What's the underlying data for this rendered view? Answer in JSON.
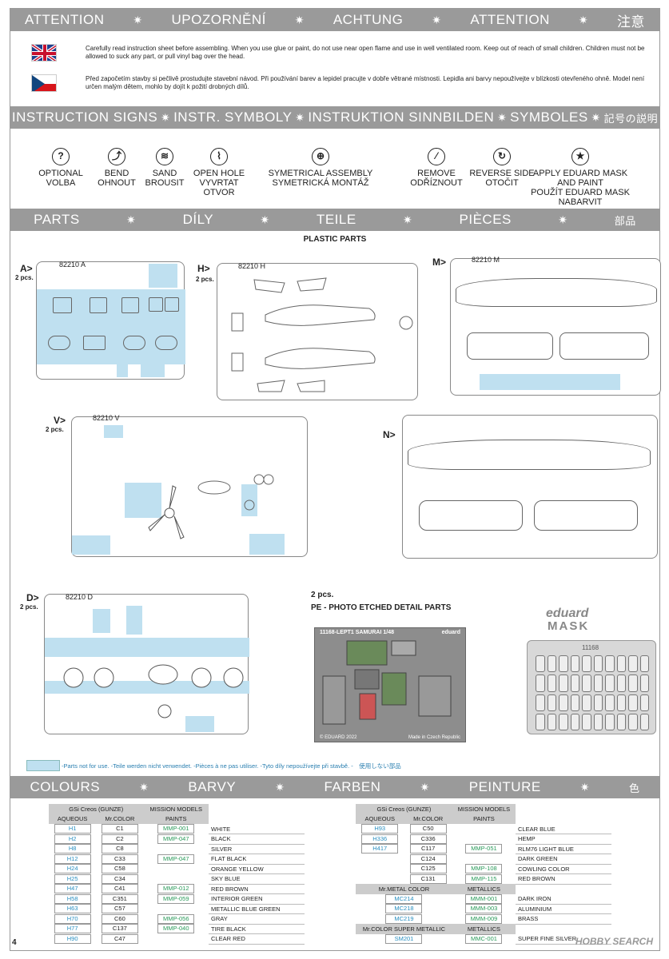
{
  "bands": {
    "attention": [
      "ATTENTION",
      "UPOZORNĚNÍ",
      "ACHTUNG",
      "ATTENTION",
      "注意"
    ],
    "signs": [
      "INSTRUCTION SIGNS",
      "INSTR. SYMBOLY",
      "INSTRUKTION SINNBILDEN",
      "SYMBOLES",
      "記号の説明"
    ],
    "parts": [
      "PARTS",
      "DÍLY",
      "TEILE",
      "PIÈCES",
      "部品"
    ],
    "colours": [
      "COLOURS",
      "BARVY",
      "FARBEN",
      "PEINTURE",
      "色"
    ]
  },
  "warnings": {
    "en": "Carefully read instruction sheet before assembling. When you use glue or paint, do not use near open flame and use in well ventilated room. Keep out of reach of small children. Children must not be allowed to suck any part, or pull vinyl bag over the head.",
    "cz": "Před započetím stavby si pečlivě prostudujte stavební návod. Při používání barev a lepidel pracujte v dobře větrané místnosti. Lepidla ani barvy nepoužívejte v blízkosti otevřeného ohně. Model není určen malým dětem, mohlo by dojít k požití drobných dílů."
  },
  "signs": [
    {
      "icon": "question-icon",
      "glyph": "?",
      "label": "OPTIONAL\nVOLBA"
    },
    {
      "icon": "bend-icon",
      "glyph": "⤴",
      "label": "BEND\nOHNOUT"
    },
    {
      "icon": "sand-icon",
      "glyph": "≋",
      "label": "SAND\nBROUSIT"
    },
    {
      "icon": "drill-icon",
      "glyph": "⌇",
      "label": "OPEN HOLE\nVYVRTAT OTVOR"
    },
    {
      "icon": "symmetric-icon",
      "glyph": "⊕",
      "label": "SYMETRICAL ASSEMBLY\nSYMETRICKÁ MONTÁŽ"
    },
    {
      "icon": "knife-icon",
      "glyph": "⁄",
      "label": "REMOVE\nODŘÍZNOUT"
    },
    {
      "icon": "reverse-icon",
      "glyph": "↻",
      "label": "REVERSE SIDE\nOTOČIT"
    },
    {
      "icon": "star-icon",
      "glyph": "★",
      "label": "APPLY EDUARD MASK\nAND PAINT\nPOUŽÍT EDUARD MASK\nNABARVIT"
    }
  ],
  "parts": {
    "heading": "PLASTIC PARTS",
    "sprues": [
      {
        "label": "A>",
        "pcs": "2 pcs.",
        "code": "82210 A"
      },
      {
        "label": "H>",
        "pcs": "2 pcs.",
        "code": "82210 H"
      },
      {
        "label": "M>",
        "pcs": "",
        "code": "82210 M"
      },
      {
        "label": "V>",
        "pcs": "2 pcs.",
        "code": "82210 V"
      },
      {
        "label": "N>",
        "pcs": "",
        "code": ""
      },
      {
        "label": "D>",
        "pcs": "2 pcs.",
        "code": "82210 D"
      }
    ],
    "pe_pcs": "2 pcs.",
    "pe_heading": "PE - PHOTO ETCHED DETAIL PARTS",
    "pe_title": "11168-LEPT1 SAMURAI 1/48",
    "pe_brand": "eduard",
    "pe_copyright": "© EDUARD 2022",
    "pe_made": "Made in Czech Republic",
    "mask_brand": "eduard",
    "mask_word": "MASK",
    "mask_code": "11168",
    "not_used": "-Parts not for use. -Teile werden nicht verwendet. -Pièces à ne pas utiliser. -Tyto díly nepoužívejte při stavbě. -　使用しない部品"
  },
  "colors": {
    "hdr_gsi": "GSi Creos (GUNZE)",
    "hdr_mm": "MISSION MODELS",
    "hdr_aq": "AQUEOUS",
    "hdr_mr": "Mr.COLOR",
    "hdr_paints": "PAINTS",
    "left": [
      {
        "aq": "H1",
        "mr": "C1",
        "mm": "MMP-001",
        "name": "WHITE"
      },
      {
        "aq": "H2",
        "mr": "C2",
        "mm": "MMP-047",
        "name": "BLACK"
      },
      {
        "aq": "H8",
        "mr": "C8",
        "mm": "",
        "name": "SILVER"
      },
      {
        "aq": "H12",
        "mr": "C33",
        "mm": "MMP-047",
        "name": "FLAT BLACK"
      },
      {
        "aq": "H24",
        "mr": "C58",
        "mm": "",
        "name": "ORANGE YELLOW"
      },
      {
        "aq": "H25",
        "mr": "C34",
        "mm": "",
        "name": "SKY BLUE"
      },
      {
        "aq": "H47",
        "mr": "C41",
        "mm": "MMP-012",
        "name": "RED BROWN"
      },
      {
        "aq": "H58",
        "mr": "C351",
        "mm": "MMP-059",
        "name": "INTERIOR GREEN"
      },
      {
        "aq": "H63",
        "mr": "C57",
        "mm": "",
        "name": "METALLIC BLUE GREEN"
      },
      {
        "aq": "H70",
        "mr": "C60",
        "mm": "MMP-056",
        "name": "GRAY"
      },
      {
        "aq": "H77",
        "mr": "C137",
        "mm": "MMP-040",
        "name": "TIRE BLACK"
      },
      {
        "aq": "H90",
        "mr": "C47",
        "mm": "",
        "name": "CLEAR RED"
      }
    ],
    "right": [
      {
        "aq": "H93",
        "mr": "C50",
        "mm": "",
        "name": "CLEAR BLUE"
      },
      {
        "aq": "H336",
        "mr": "C336",
        "mm": "",
        "name": "HEMP"
      },
      {
        "aq": "H417",
        "mr": "C117",
        "mm": "MMP-051",
        "name": "RLM76 LIGHT BLUE"
      },
      {
        "aq": "",
        "mr": "C124",
        "mm": "",
        "name": "DARK GREEN"
      },
      {
        "aq": "",
        "mr": "C125",
        "mm": "MMP-108",
        "name": "COWLING COLOR"
      },
      {
        "aq": "",
        "mr": "C131",
        "mm": "MMP-115",
        "name": "RED BROWN"
      }
    ],
    "metal_hdr": "Mr.METAL COLOR",
    "metal_hdr2": "METALLICS",
    "metal": [
      {
        "mr": "MC214",
        "mm": "MMM-001",
        "name": "DARK IRON"
      },
      {
        "mr": "MC218",
        "mm": "MMM-003",
        "name": "ALUMINIUM"
      },
      {
        "mr": "MC219",
        "mm": "MMM-009",
        "name": "BRASS"
      }
    ],
    "super_hdr": "Mr.COLOR SUPER METALLIC",
    "super_hdr2": "METALLICS",
    "super": [
      {
        "mr": "SM201",
        "mm": "MMC-001",
        "name": "SUPER FINE SILVER"
      }
    ]
  },
  "page_number": "4",
  "watermark": "HOBBY SEARCH"
}
